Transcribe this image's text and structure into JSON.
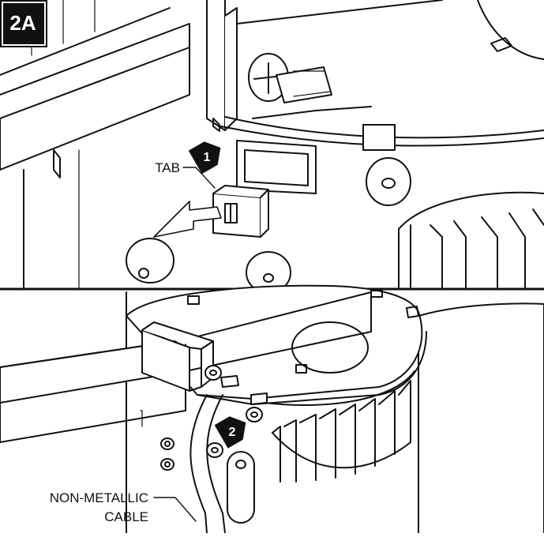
{
  "figure": {
    "step_label": "2A",
    "callout_1": "1",
    "callout_2": "2",
    "tab_label": "TAB",
    "cable_label_line1": "NON-METALLIC",
    "cable_label_line2": "CABLE",
    "colors": {
      "ink": "#111111",
      "paper": "#ffffff"
    }
  }
}
